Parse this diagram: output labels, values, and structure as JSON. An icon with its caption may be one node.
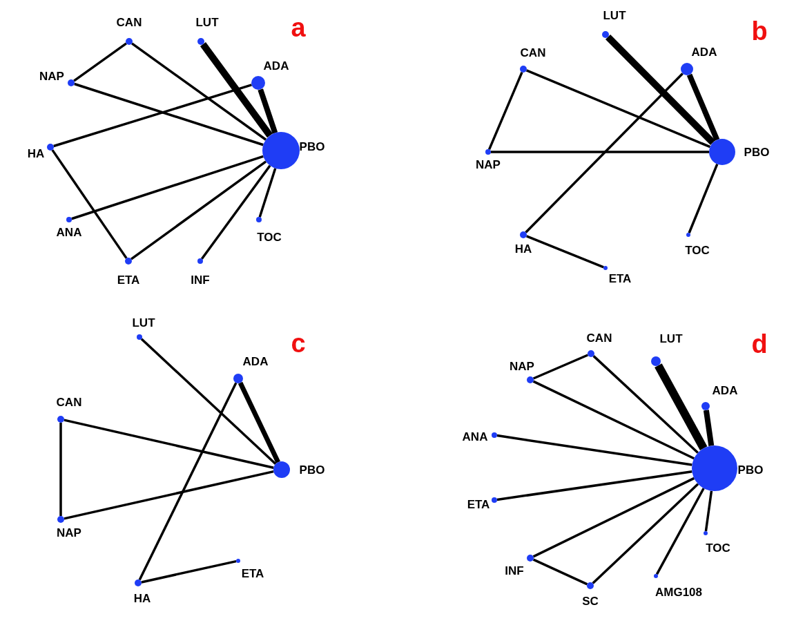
{
  "diagram": {
    "nodes": [
      {
        "text": [],
        "shape": "circle",
        "beside": [
          "CAN"
        ]
      },
      {
        "text": [],
        "shape": "circle",
        "beside": [
          "LUT"
        ]
      },
      {
        "text": [],
        "shape": "circle",
        "beside": [
          "NAP"
        ]
      },
      {
        "text": [],
        "shape": "circle",
        "beside": [
          "ADA"
        ]
      },
      {
        "text": [],
        "shape": "circle",
        "beside": [
          "HA"
        ]
      },
      {
        "text": [],
        "shape": "circle",
        "beside": [
          "PBO"
        ]
      },
      {
        "text": [],
        "shape": "circle",
        "beside": [
          "ANA"
        ]
      },
      {
        "text": [],
        "shape": "circle",
        "beside": [
          "TOC"
        ]
      },
      {
        "text": [],
        "shape": "circle",
        "beside": [
          "ETA"
        ]
      },
      {
        "text": [],
        "shape": "circle",
        "beside": [
          "INF"
        ]
      },
      {
        "text": [],
        "shape": "circle",
        "beside": [
          "LUT"
        ]
      },
      {
        "text": [],
        "shape": "circle",
        "beside": [
          "CAN"
        ]
      },
      {
        "text": [],
        "shape": "circle",
        "beside": [
          "ADA"
        ]
      },
      {
        "text": [],
        "shape": "circle",
        "beside": [
          "NAP"
        ]
      },
      {
        "text": [],
        "shape": "circle",
        "beside": [
          "PBO"
        ]
      },
      {
        "text": [],
        "shape": "circle",
        "beside": [
          "HA"
        ]
      },
      {
        "text": [],
        "shape": "circle",
        "beside": [
          "TOC"
        ]
      },
      {
        "text": [],
        "shape": "circle",
        "beside": [
          "ETA"
        ]
      },
      {
        "text": [],
        "shape": "circle",
        "beside": [
          "LUT"
        ]
      },
      {
        "text": [],
        "shape": "circle",
        "beside": [
          "ADA"
        ]
      },
      {
        "text": [],
        "shape": "circle",
        "beside": [
          "CAN"
        ]
      },
      {
        "text": [],
        "shape": "circle",
        "beside": [
          "PBO"
        ]
      },
      {
        "text": [],
        "shape": "circle",
        "beside": [
          "NAP"
        ]
      },
      {
        "text": [],
        "shape": "circle",
        "beside": [
          "ETA"
        ]
      },
      {
        "text": [],
        "shape": "circle",
        "beside": [
          "HA"
        ]
      },
      {
        "text": [],
        "shape": "circle",
        "beside": [
          "CAN"
        ]
      },
      {
        "text": [],
        "shape": "circle",
        "beside": [
          "LUT"
        ]
      },
      {
        "text": [],
        "shape": "circle",
        "beside": [
          "NAP"
        ]
      },
      {
        "text": [],
        "shape": "circle",
        "beside": [
          "ADA"
        ]
      },
      {
        "text": [],
        "shape": "circle",
        "beside": [
          "ANA"
        ]
      },
      {
        "text": [],
        "shape": "circle",
        "beside": [
          "PBO"
        ]
      },
      {
        "text": [],
        "shape": "circle",
        "beside": [
          "ETA"
        ]
      },
      {
        "text": [],
        "shape": "circle",
        "beside": [
          "TOC"
        ]
      },
      {
        "text": [],
        "shape": "circle",
        "beside": [
          "INF"
        ]
      },
      {
        "text": [],
        "shape": "circle",
        "beside": [
          "SC"
        ]
      },
      {
        "text": [],
        "shape": "circle",
        "beside": [
          "AMG108"
        ]
      }
    ],
    "edges": [
      {
        "from": 0,
        "to": 2,
        "arrow": "none"
      },
      {
        "from": 0,
        "to": 5,
        "arrow": "none"
      },
      {
        "from": 1,
        "to": 5,
        "arrow": "none",
        "style": "thick"
      },
      {
        "from": 3,
        "to": 5,
        "arrow": "none",
        "style": "thick"
      },
      {
        "from": 2,
        "to": 5,
        "arrow": "none"
      },
      {
        "from": 3,
        "to": 4,
        "arrow": "none"
      },
      {
        "from": 4,
        "to": 8,
        "arrow": "none"
      },
      {
        "from": 6,
        "to": 5,
        "arrow": "none"
      },
      {
        "from": 8,
        "to": 5,
        "arrow": "none"
      },
      {
        "from": 9,
        "to": 5,
        "arrow": "none"
      },
      {
        "from": 7,
        "to": 5,
        "arrow": "none"
      },
      {
        "from": 10,
        "to": 14,
        "arrow": "none",
        "style": "thick"
      },
      {
        "from": 12,
        "to": 14,
        "arrow": "none",
        "style": "thick"
      },
      {
        "from": 11,
        "to": 13,
        "arrow": "none"
      },
      {
        "from": 11,
        "to": 14,
        "arrow": "none"
      },
      {
        "from": 13,
        "to": 14,
        "arrow": "none"
      },
      {
        "from": 12,
        "to": 15,
        "arrow": "none"
      },
      {
        "from": 15,
        "to": 17,
        "arrow": "none"
      },
      {
        "from": 16,
        "to": 14,
        "arrow": "none"
      },
      {
        "from": 18,
        "to": 21,
        "arrow": "none"
      },
      {
        "from": 19,
        "to": 21,
        "arrow": "none",
        "style": "thick"
      },
      {
        "from": 20,
        "to": 21,
        "arrow": "none"
      },
      {
        "from": 20,
        "to": 22,
        "arrow": "none"
      },
      {
        "from": 22,
        "to": 21,
        "arrow": "none"
      },
      {
        "from": 19,
        "to": 24,
        "arrow": "none"
      },
      {
        "from": 24,
        "to": 23,
        "arrow": "none"
      },
      {
        "from": 25,
        "to": 27,
        "arrow": "none"
      },
      {
        "from": 25,
        "to": 30,
        "arrow": "none"
      },
      {
        "from": 26,
        "to": 30,
        "arrow": "none",
        "style": "thick"
      },
      {
        "from": 28,
        "to": 30,
        "arrow": "none",
        "style": "thick"
      },
      {
        "from": 27,
        "to": 30,
        "arrow": "none"
      },
      {
        "from": 29,
        "to": 30,
        "arrow": "none"
      },
      {
        "from": 31,
        "to": 30,
        "arrow": "none"
      },
      {
        "from": 33,
        "to": 30,
        "arrow": "none"
      },
      {
        "from": 34,
        "to": 30,
        "arrow": "none"
      },
      {
        "from": 33,
        "to": 34,
        "arrow": "none"
      },
      {
        "from": 32,
        "to": 30,
        "arrow": "none"
      },
      {
        "from": 35,
        "to": 30,
        "arrow": "none"
      }
    ],
    "labels": [
      "a",
      "b",
      "c",
      "d"
    ]
  }
}
